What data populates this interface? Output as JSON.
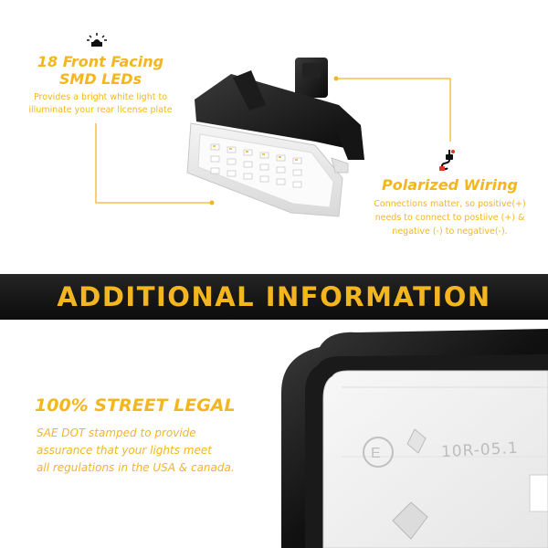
{
  "features": {
    "smd": {
      "icon": "led-light-icon",
      "title_line1": "18 Front Facing",
      "title_line2": "SMD LEDs",
      "desc_line1": "Provides a bright white light to",
      "desc_line2": "illuminate your rear license plate"
    },
    "wiring": {
      "icon": "wiring-plug-icon",
      "title": "Polarized Wiring",
      "desc_line1": "Connections matter, so positive(+)",
      "desc_line2": "needs to connect to postiive (+) &",
      "desc_line3": "negative (-) to negative(-)."
    }
  },
  "banner": {
    "text": "ADDITIONAL INFORMATION"
  },
  "street_legal": {
    "title": "100% STREET LEGAL",
    "desc_line1": "SAE DOT stamped to provide",
    "desc_line2": "assurance that your lights meet",
    "desc_line3": "all regulations in the USA & canada."
  },
  "closeup": {
    "stamp_text": "10R-05.1"
  },
  "colors": {
    "accent": "#f3b61f",
    "banner_bg": "#1a1a1a",
    "background": "#ffffff"
  }
}
